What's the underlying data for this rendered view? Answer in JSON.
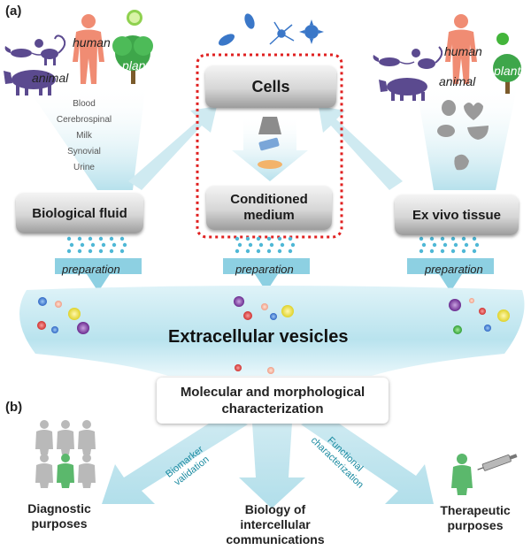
{
  "labels": {
    "panel_a": "(a)",
    "panel_b": "(b)"
  },
  "sources": {
    "left": {
      "human": "human",
      "animal": "animal",
      "plant": "plant"
    },
    "right": {
      "human": "human",
      "animal": "animal",
      "plant": "plant"
    }
  },
  "fluids": [
    "Blood",
    "Cerebrospinal",
    "Milk",
    "Synovial",
    "Urine"
  ],
  "boxes": {
    "cells": "Cells",
    "biological_fluid": "Biological fluid",
    "conditioned_medium_line1": "Conditioned",
    "conditioned_medium_line2": "medium",
    "ex_vivo": "Ex vivo tissue"
  },
  "preparation": "preparation",
  "ev_title": "Extracellular vesicles",
  "characterization": {
    "line1": "Molecular and morphological",
    "line2": "characterization"
  },
  "arrows": {
    "biomarker_line1": "Biomarker",
    "biomarker_line2": "validation",
    "functional_line1": "Functional",
    "functional_line2": "characterization"
  },
  "outcomes": {
    "diagnostic_line1": "Diagnostic",
    "diagnostic_line2": "purposes",
    "biology_line1": "Biology of",
    "biology_line2": "intercellular",
    "biology_line3": "communications",
    "therapeutic_line1": "Therapeutic",
    "therapeutic_line2": "purposes"
  },
  "colors": {
    "flow": "#bfe6ee",
    "flow_dark": "#8fcfdf",
    "dot": "#4fb8d6",
    "red_dotted": "#e02020",
    "human": "#f08c73",
    "animal": "#5b4a8f",
    "plant": "#3ea64a"
  }
}
